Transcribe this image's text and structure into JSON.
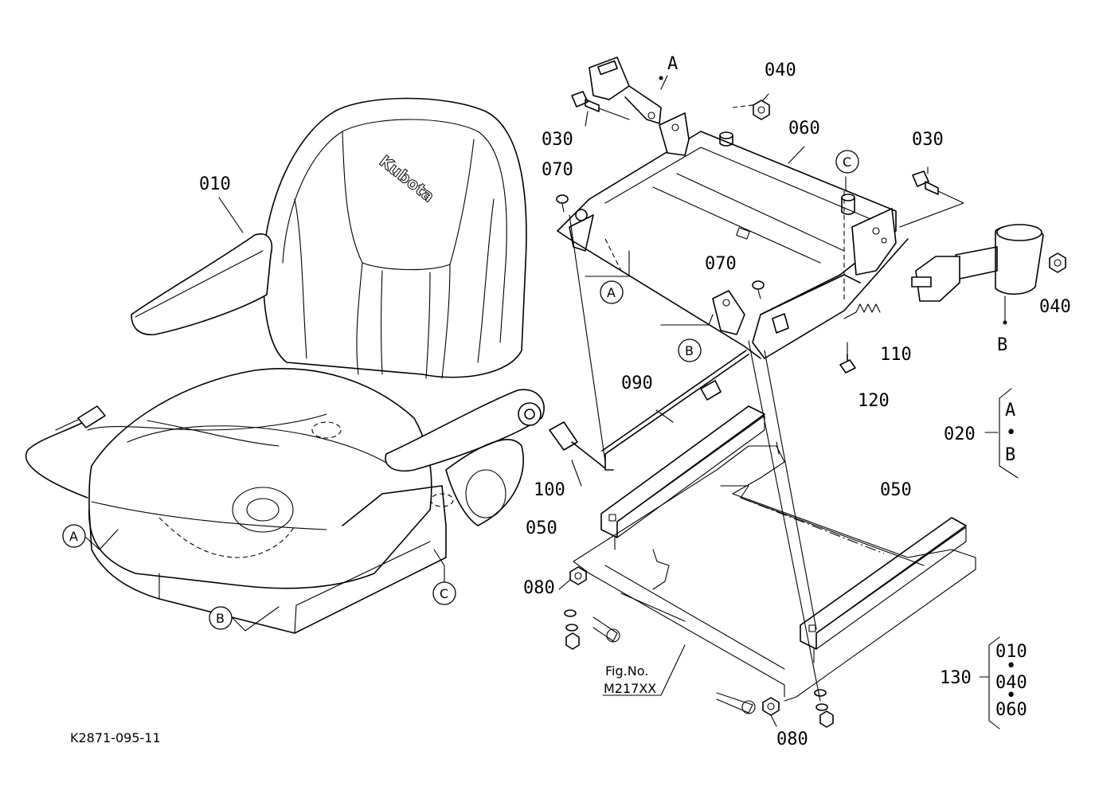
{
  "diagram_id": "K2871-095-11",
  "brand_logo_text": "Kubota",
  "figure_reference": {
    "label": "Fig.No.",
    "number": "M217XX"
  },
  "parts": {
    "p010": "010",
    "p020": "020",
    "p030": "030",
    "p040": "040",
    "p050": "050",
    "p060": "060",
    "p070": "070",
    "p080": "080",
    "p090": "090",
    "p100": "100",
    "p110": "110",
    "p120": "120",
    "p130": "130"
  },
  "reference_marks": {
    "a": "A",
    "b": "B",
    "c": "C"
  },
  "group_020": {
    "items": [
      "A",
      "B"
    ],
    "separator": "•"
  },
  "group_130": {
    "items": [
      "010",
      "040",
      "060"
    ],
    "separator": "•"
  }
}
